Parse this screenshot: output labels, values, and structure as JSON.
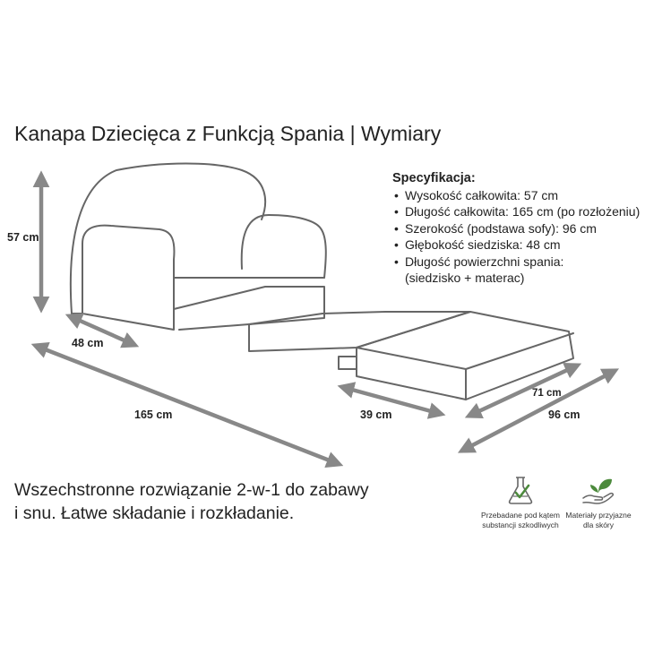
{
  "title": "Kanapa Dziecięca z Funkcją Spania | Wymiary",
  "specs": {
    "heading": "Specyfikacja:",
    "items": [
      "Wysokość całkowita: 57 cm",
      "Długość całkowita: 165 cm (po rozłożeniu)",
      "Szerokość (podstawa sofy): 96 cm",
      "Głębokość siedziska: 48 cm",
      "Długość powierzchni spania:"
    ],
    "continuation": "(siedzisko + materac)"
  },
  "dimensions": {
    "height": "57 cm",
    "seat_depth": "48 cm",
    "total_length": "165 cm",
    "segment": "39 cm",
    "width_inner": "71 cm",
    "width_base": "96 cm"
  },
  "tagline": {
    "line1": "Wszechstronne rozwiązanie 2-w-1 do zabawy",
    "line2": "i snu. Łatwe składanie i rozkładanie."
  },
  "badges": [
    {
      "icon": "flask-check-icon",
      "line1": "Przebadane pod kątem",
      "line2": "substancji szkodliwych"
    },
    {
      "icon": "hand-leaf-icon",
      "line1": "Materiały przyjazne",
      "line2": "dla skóry"
    }
  ],
  "colors": {
    "outline": "#666666",
    "arrow": "#888888",
    "icon_green": "#4c8a3c"
  }
}
